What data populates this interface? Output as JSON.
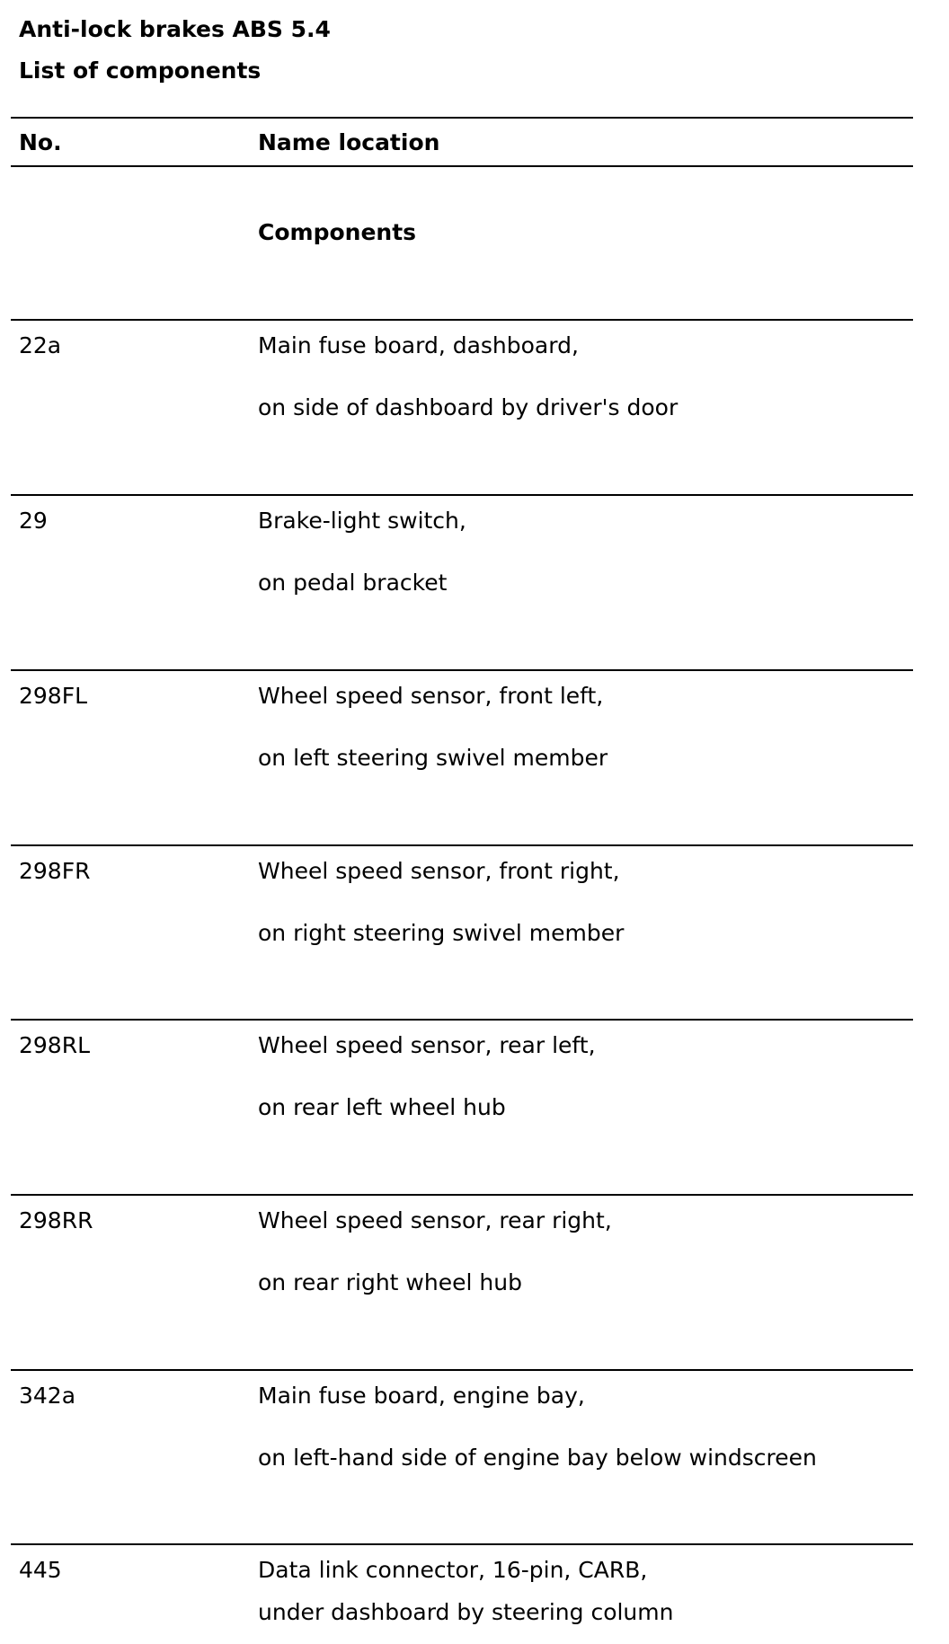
{
  "document": {
    "title": "Anti-lock brakes ABS 5.4",
    "subtitle": "List of components"
  },
  "table": {
    "headers": {
      "no": "No.",
      "name_location": "Name location"
    },
    "section_label": "Components",
    "rows": [
      {
        "no": "22a",
        "name": "Main fuse board, dashboard,",
        "location": "on side of dashboard by driver's door"
      },
      {
        "no": "29",
        "name": "Brake-light switch,",
        "location": "on pedal bracket"
      },
      {
        "no": "298FL",
        "name": "Wheel speed sensor, front left,",
        "location": "on left steering swivel member"
      },
      {
        "no": "298FR",
        "name": "Wheel speed sensor, front right,",
        "location": "on right steering swivel member"
      },
      {
        "no": "298RL",
        "name": "Wheel speed sensor, rear left,",
        "location": "on rear left wheel hub"
      },
      {
        "no": "298RR",
        "name": "Wheel speed sensor, rear right,",
        "location": "on rear right wheel hub"
      },
      {
        "no": "342a",
        "name": "Main fuse board, engine bay,",
        "location": "on left-hand side of engine bay below windscreen"
      },
      {
        "no": "445",
        "name": "Data link connector, 16-pin, CARB,",
        "location": "under dashboard by steering column"
      }
    ]
  }
}
